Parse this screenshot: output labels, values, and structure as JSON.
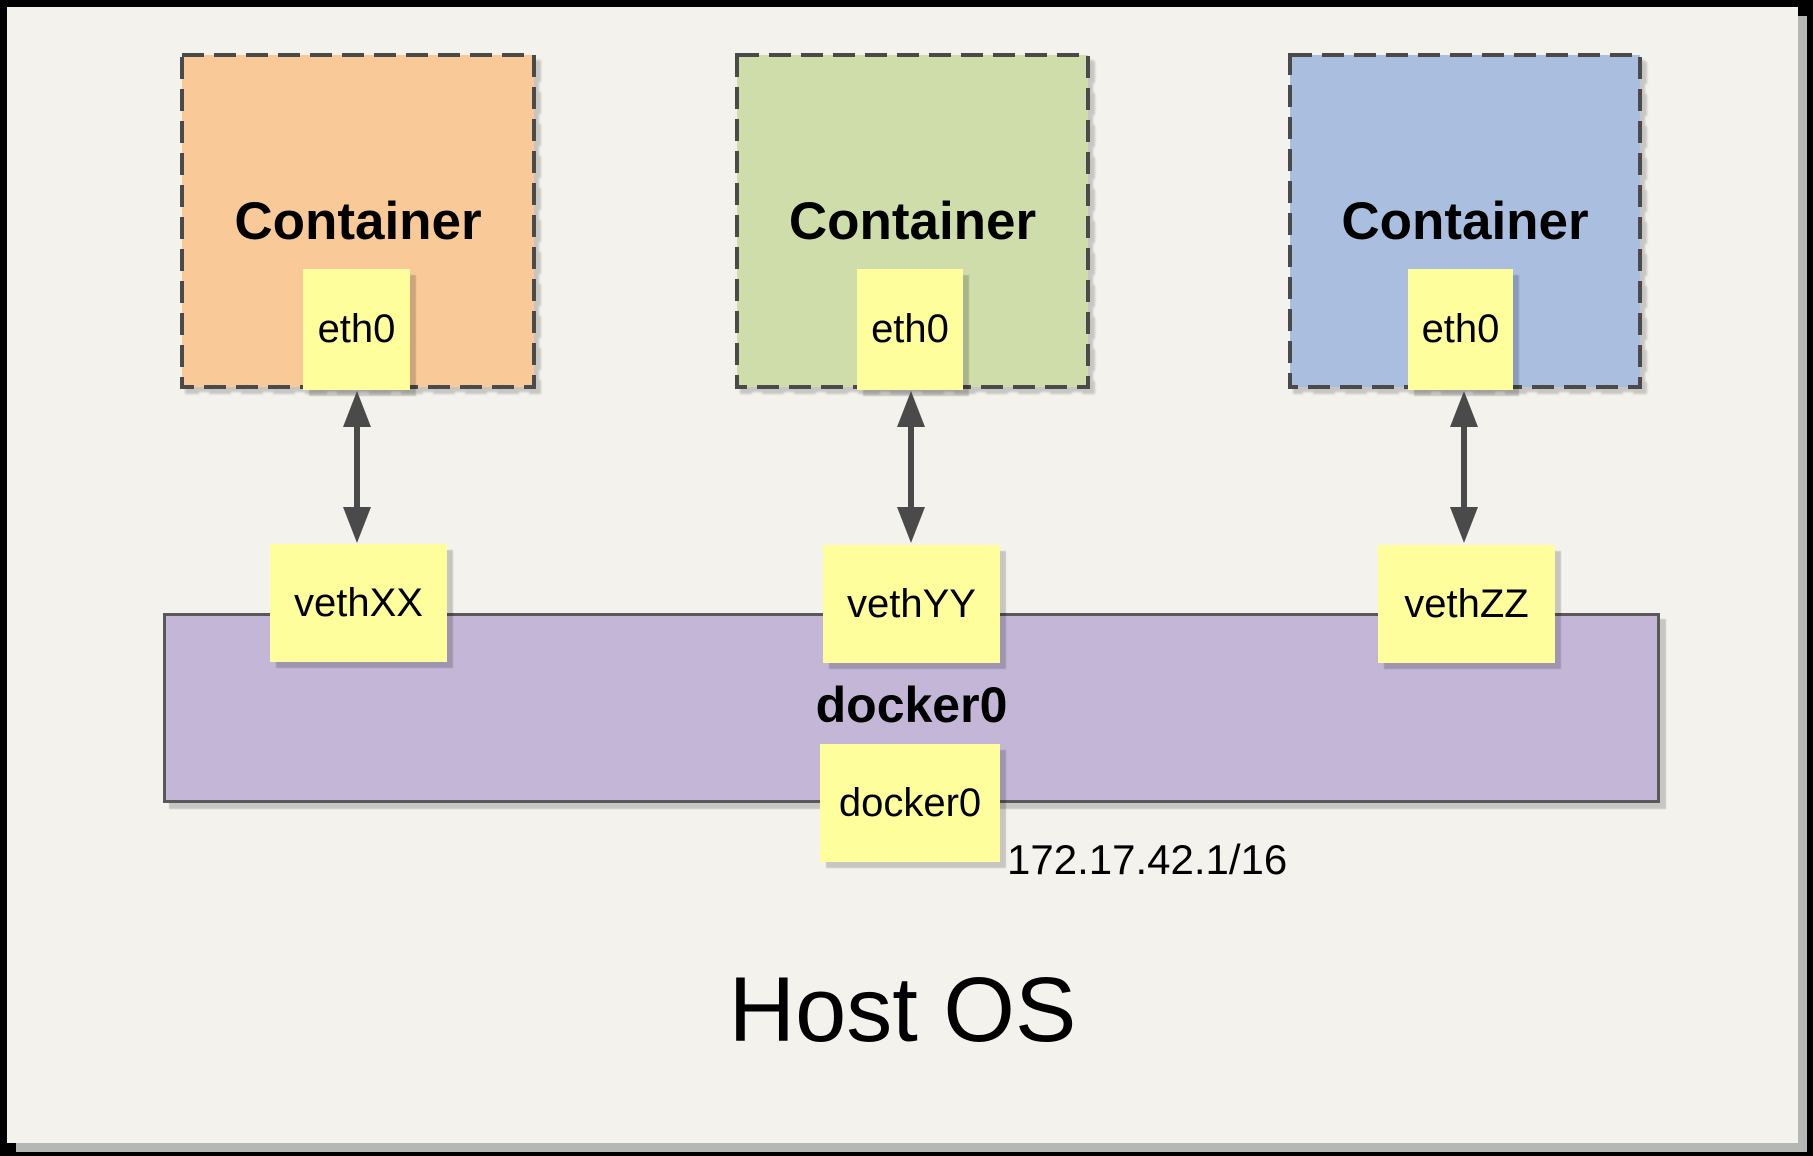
{
  "containers": [
    {
      "label": "Container",
      "interface_label": "eth0",
      "veth_label": "vethXX",
      "fill": "#FAC998"
    },
    {
      "label": "Container",
      "interface_label": "eth0",
      "veth_label": "vethYY",
      "fill": "#CFDDAB"
    },
    {
      "label": "Container",
      "interface_label": "eth0",
      "veth_label": "vethZZ",
      "fill": "#AABFDF"
    }
  ],
  "bridge": {
    "name": "docker0",
    "interface_label": "docker0",
    "ip_cidr": "172.17.42.1/16",
    "fill": "#C3B6D7"
  },
  "host": {
    "label": "Host OS"
  },
  "colors": {
    "background": "#F4F2ED",
    "frame": "#000000",
    "interface_box": "#FEFE9D",
    "dashed_border": "#4A4A4A",
    "arrow": "#4A4A4A",
    "bridge_border": "#595959"
  }
}
